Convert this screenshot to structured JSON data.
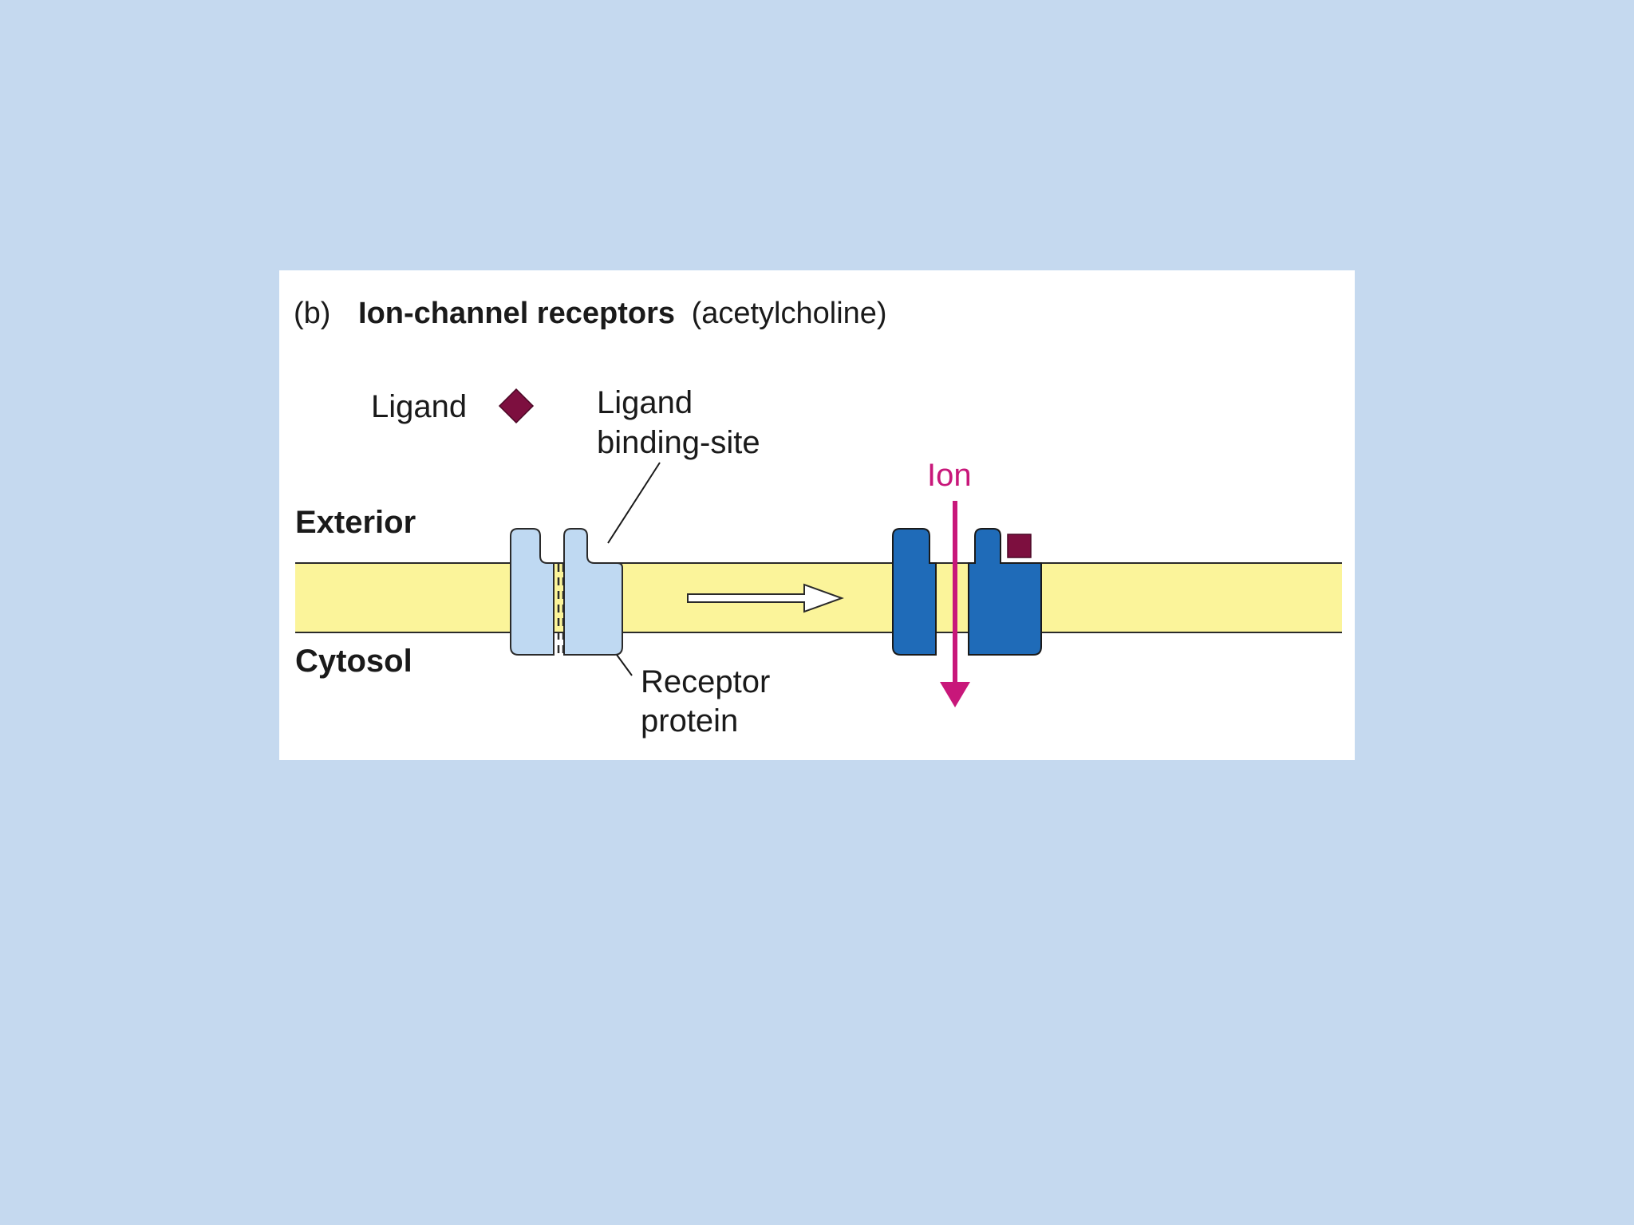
{
  "figure": {
    "part_label": "(b)",
    "title_bold": "Ion-channel receptors",
    "title_paren": "(acetylcholine)"
  },
  "labels": {
    "ligand": "Ligand",
    "binding_site_line1": "Ligand",
    "binding_site_line2": "binding-site",
    "exterior": "Exterior",
    "cytosol": "Cytosol",
    "receptor_line1": "Receptor",
    "receptor_line2": "protein",
    "ion": "Ion"
  },
  "colors": {
    "background": "#c5d9ef",
    "membrane": "#fbf49a",
    "receptor_closed": "#bfd9f2",
    "receptor_open": "#1f6bb8",
    "ligand": "#7d0f3f",
    "ion_arrow": "#c8177a"
  }
}
